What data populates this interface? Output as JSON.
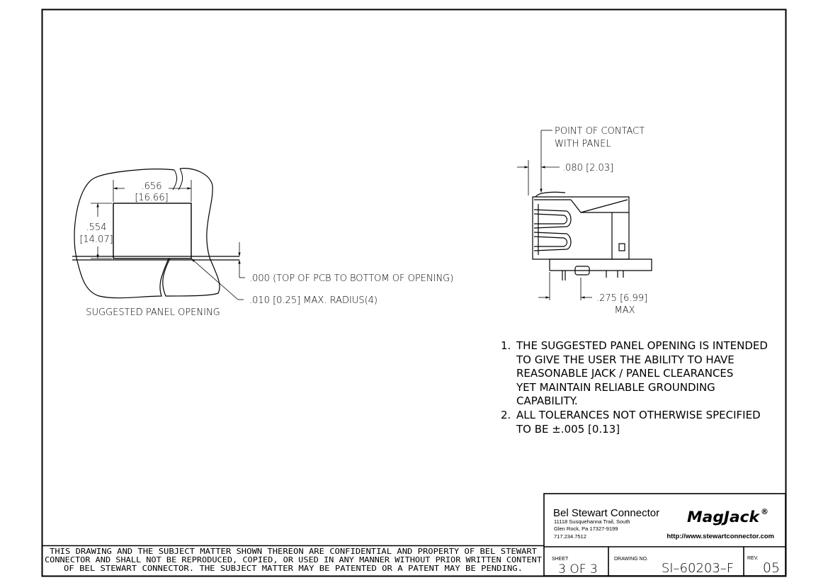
{
  "panel_view": {
    "width_dim_in": ".656",
    "width_dim_mm": "[16.66]",
    "height_dim_in": ".554",
    "height_dim_mm": "[14.07]",
    "offset_note": ".000 (TOP OF PCB TO BOTTOM OF OPENING)",
    "radius_note": ".010 [0.25] MAX. RADIUS(4)",
    "caption": "SUGGESTED PANEL OPENING"
  },
  "side_view": {
    "contact_label_line1": "POINT OF CONTACT",
    "contact_label_line2": "WITH PANEL",
    "contact_dim": ".080 [2.03]",
    "max_dim": ".275 [6.99]",
    "max_label": "MAX"
  },
  "notes": [
    {
      "num": "1.",
      "lines": [
        "THE SUGGESTED PANEL OPENING IS INTENDED",
        "TO GIVE THE USER THE ABILITY TO HAVE",
        "REASONABLE JACK / PANEL CLEARANCES",
        "YET MAINTAIN RELIABLE GROUNDING",
        "CAPABILITY."
      ]
    },
    {
      "num": "2.",
      "lines": [
        "ALL TOLERANCES NOT OTHERWISE SPECIFIED",
        "TO BE ±.005 [0.13]"
      ]
    }
  ],
  "confidential": [
    "THIS DRAWING AND THE SUBJECT MATTER SHOWN THEREON ARE CONFIDENTIAL AND PROPERTY OF BEL STEWART",
    "CONNECTOR AND SHALL NOT BE REPRODUCED, COPIED, OR USED IN ANY MANNER WITHOUT PRIOR WRITTEN CONTENT",
    "OF BEL STEWART CONNECTOR.  THE SUBJECT MATTER MAY BE PATENTED OR A PATENT MAY BE PENDING."
  ],
  "title_block": {
    "company": "Bel Stewart Connector",
    "address1": "11118 Susquehanna Trail, South",
    "address2": "Glen Rock, Pa  17327-9199",
    "phone": "717.234.7512",
    "logo_text": "MagJack",
    "logo_mark": "®",
    "url": "http://www.stewartconnector.com",
    "sheet_label": "SHEET",
    "sheet_value": "3  OF  3",
    "drawing_no_label": "DRAWING NO.",
    "drawing_no": "SI–60203–F",
    "rev_label": "REV.",
    "rev_value": "05"
  }
}
